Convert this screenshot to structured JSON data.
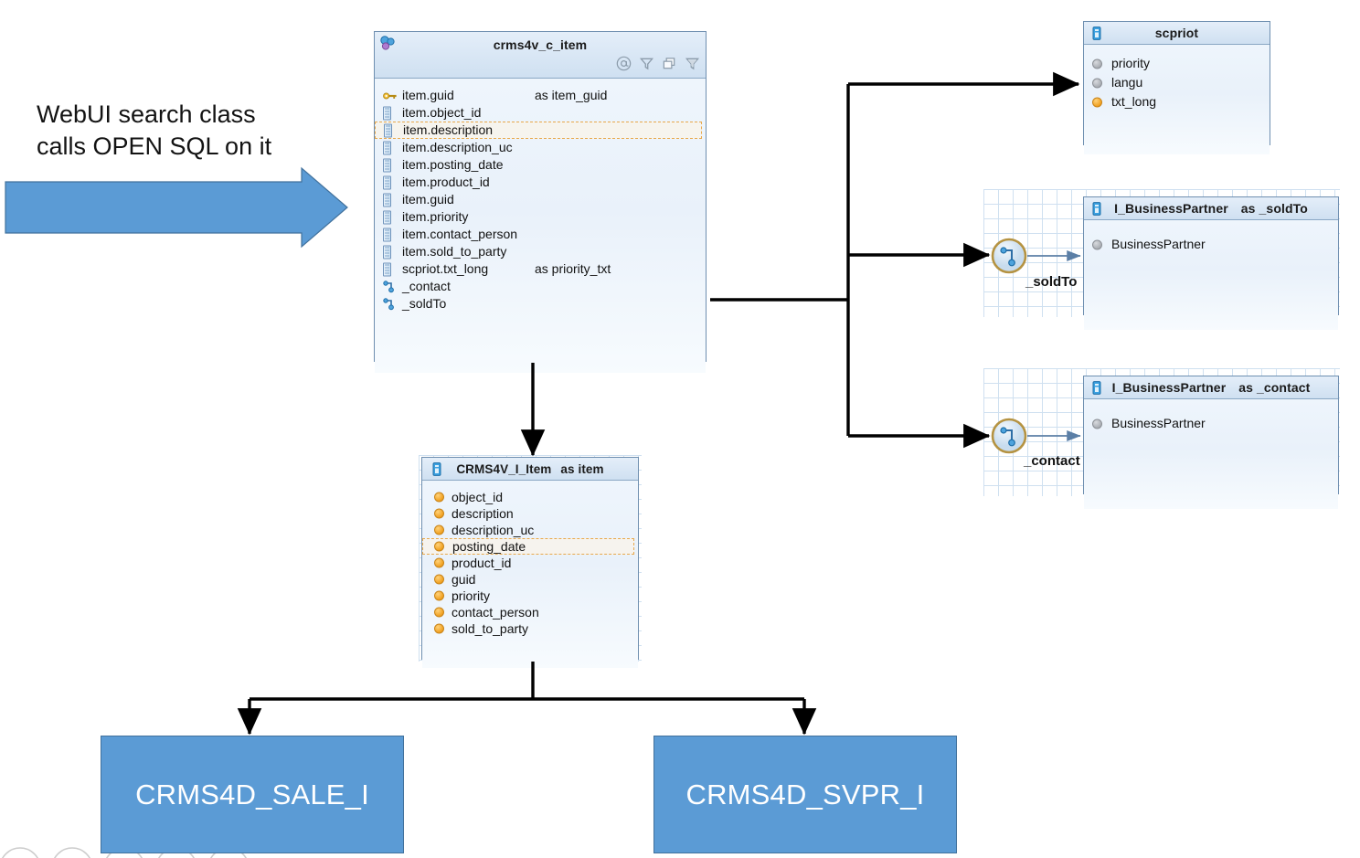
{
  "annotation": {
    "line1": "WebUI search class",
    "line2": "calls OPEN SQL on it",
    "arrow_color": "#5b9bd5"
  },
  "main_view": {
    "title": "crms4v_c_item",
    "icon": "spheres-icon",
    "toolbar": [
      {
        "name": "at-sign-icon",
        "glyph": "@"
      },
      {
        "name": "filter-icon",
        "glyph": "filter"
      },
      {
        "name": "copy-layers-icon",
        "glyph": "layers"
      },
      {
        "name": "filter-filled-icon",
        "glyph": "filter-filled"
      }
    ],
    "fields": [
      {
        "name": "item.guid",
        "alias": "as item_guid",
        "icon": "key-icon",
        "selected": false
      },
      {
        "name": "item.object_id",
        "alias": "",
        "icon": "column-icon",
        "selected": false
      },
      {
        "name": "item.description",
        "alias": "",
        "icon": "column-icon",
        "selected": true
      },
      {
        "name": "item.description_uc",
        "alias": "",
        "icon": "column-icon",
        "selected": false
      },
      {
        "name": "item.posting_date",
        "alias": "",
        "icon": "column-icon",
        "selected": false
      },
      {
        "name": "item.product_id",
        "alias": "",
        "icon": "column-icon",
        "selected": false
      },
      {
        "name": "item.guid",
        "alias": "",
        "icon": "column-icon",
        "selected": false
      },
      {
        "name": "item.priority",
        "alias": "",
        "icon": "column-icon",
        "selected": false
      },
      {
        "name": "item.contact_person",
        "alias": "",
        "icon": "column-icon",
        "selected": false
      },
      {
        "name": "item.sold_to_party",
        "alias": "",
        "icon": "column-icon",
        "selected": false
      },
      {
        "name": "scpriot.txt_long",
        "alias": "as priority_txt",
        "icon": "column-icon",
        "selected": false
      },
      {
        "name": "_contact",
        "alias": "",
        "icon": "association-icon",
        "selected": false
      },
      {
        "name": "_soldTo",
        "alias": "",
        "icon": "association-icon",
        "selected": false
      }
    ]
  },
  "scpriot": {
    "title": "scpriot",
    "alias": "",
    "icon": "table-icon",
    "fields": [
      {
        "name": "priority",
        "icon": "grey-dot-icon"
      },
      {
        "name": "langu",
        "icon": "grey-dot-icon"
      },
      {
        "name": "txt_long",
        "icon": "orange-dot-icon"
      }
    ]
  },
  "sold_to": {
    "title": "I_BusinessPartner",
    "alias": "as _soldTo",
    "icon": "table-icon",
    "assoc_label": "_soldTo",
    "assoc_icon": "association-node-icon",
    "fields": [
      {
        "name": "BusinessPartner",
        "icon": "grey-dot-icon"
      }
    ]
  },
  "contact": {
    "title": "I_BusinessPartner",
    "alias": "as _contact",
    "icon": "table-icon",
    "assoc_label": "_contact",
    "assoc_icon": "association-node-icon",
    "fields": [
      {
        "name": "BusinessPartner",
        "icon": "grey-dot-icon"
      }
    ]
  },
  "item_view": {
    "title": "CRMS4V_I_Item",
    "alias": "as item",
    "icon": "table-icon",
    "fields": [
      {
        "name": "object_id",
        "icon": "orange-dot-icon",
        "selected": false
      },
      {
        "name": "description",
        "icon": "orange-dot-icon",
        "selected": false
      },
      {
        "name": "description_uc",
        "icon": "orange-dot-icon",
        "selected": false
      },
      {
        "name": "posting_date",
        "icon": "orange-dot-icon",
        "selected": true
      },
      {
        "name": "product_id",
        "icon": "orange-dot-icon",
        "selected": false
      },
      {
        "name": "guid",
        "icon": "orange-dot-icon",
        "selected": false
      },
      {
        "name": "priority",
        "icon": "orange-dot-icon",
        "selected": false
      },
      {
        "name": "contact_person",
        "icon": "orange-dot-icon",
        "selected": false
      },
      {
        "name": "sold_to_party",
        "icon": "orange-dot-icon",
        "selected": false
      }
    ]
  },
  "bottom_boxes": [
    {
      "label": "CRMS4D_SALE_I",
      "color": "#5b9bd5"
    },
    {
      "label": "CRMS4D_SVPR_I",
      "color": "#5b9bd5"
    }
  ]
}
